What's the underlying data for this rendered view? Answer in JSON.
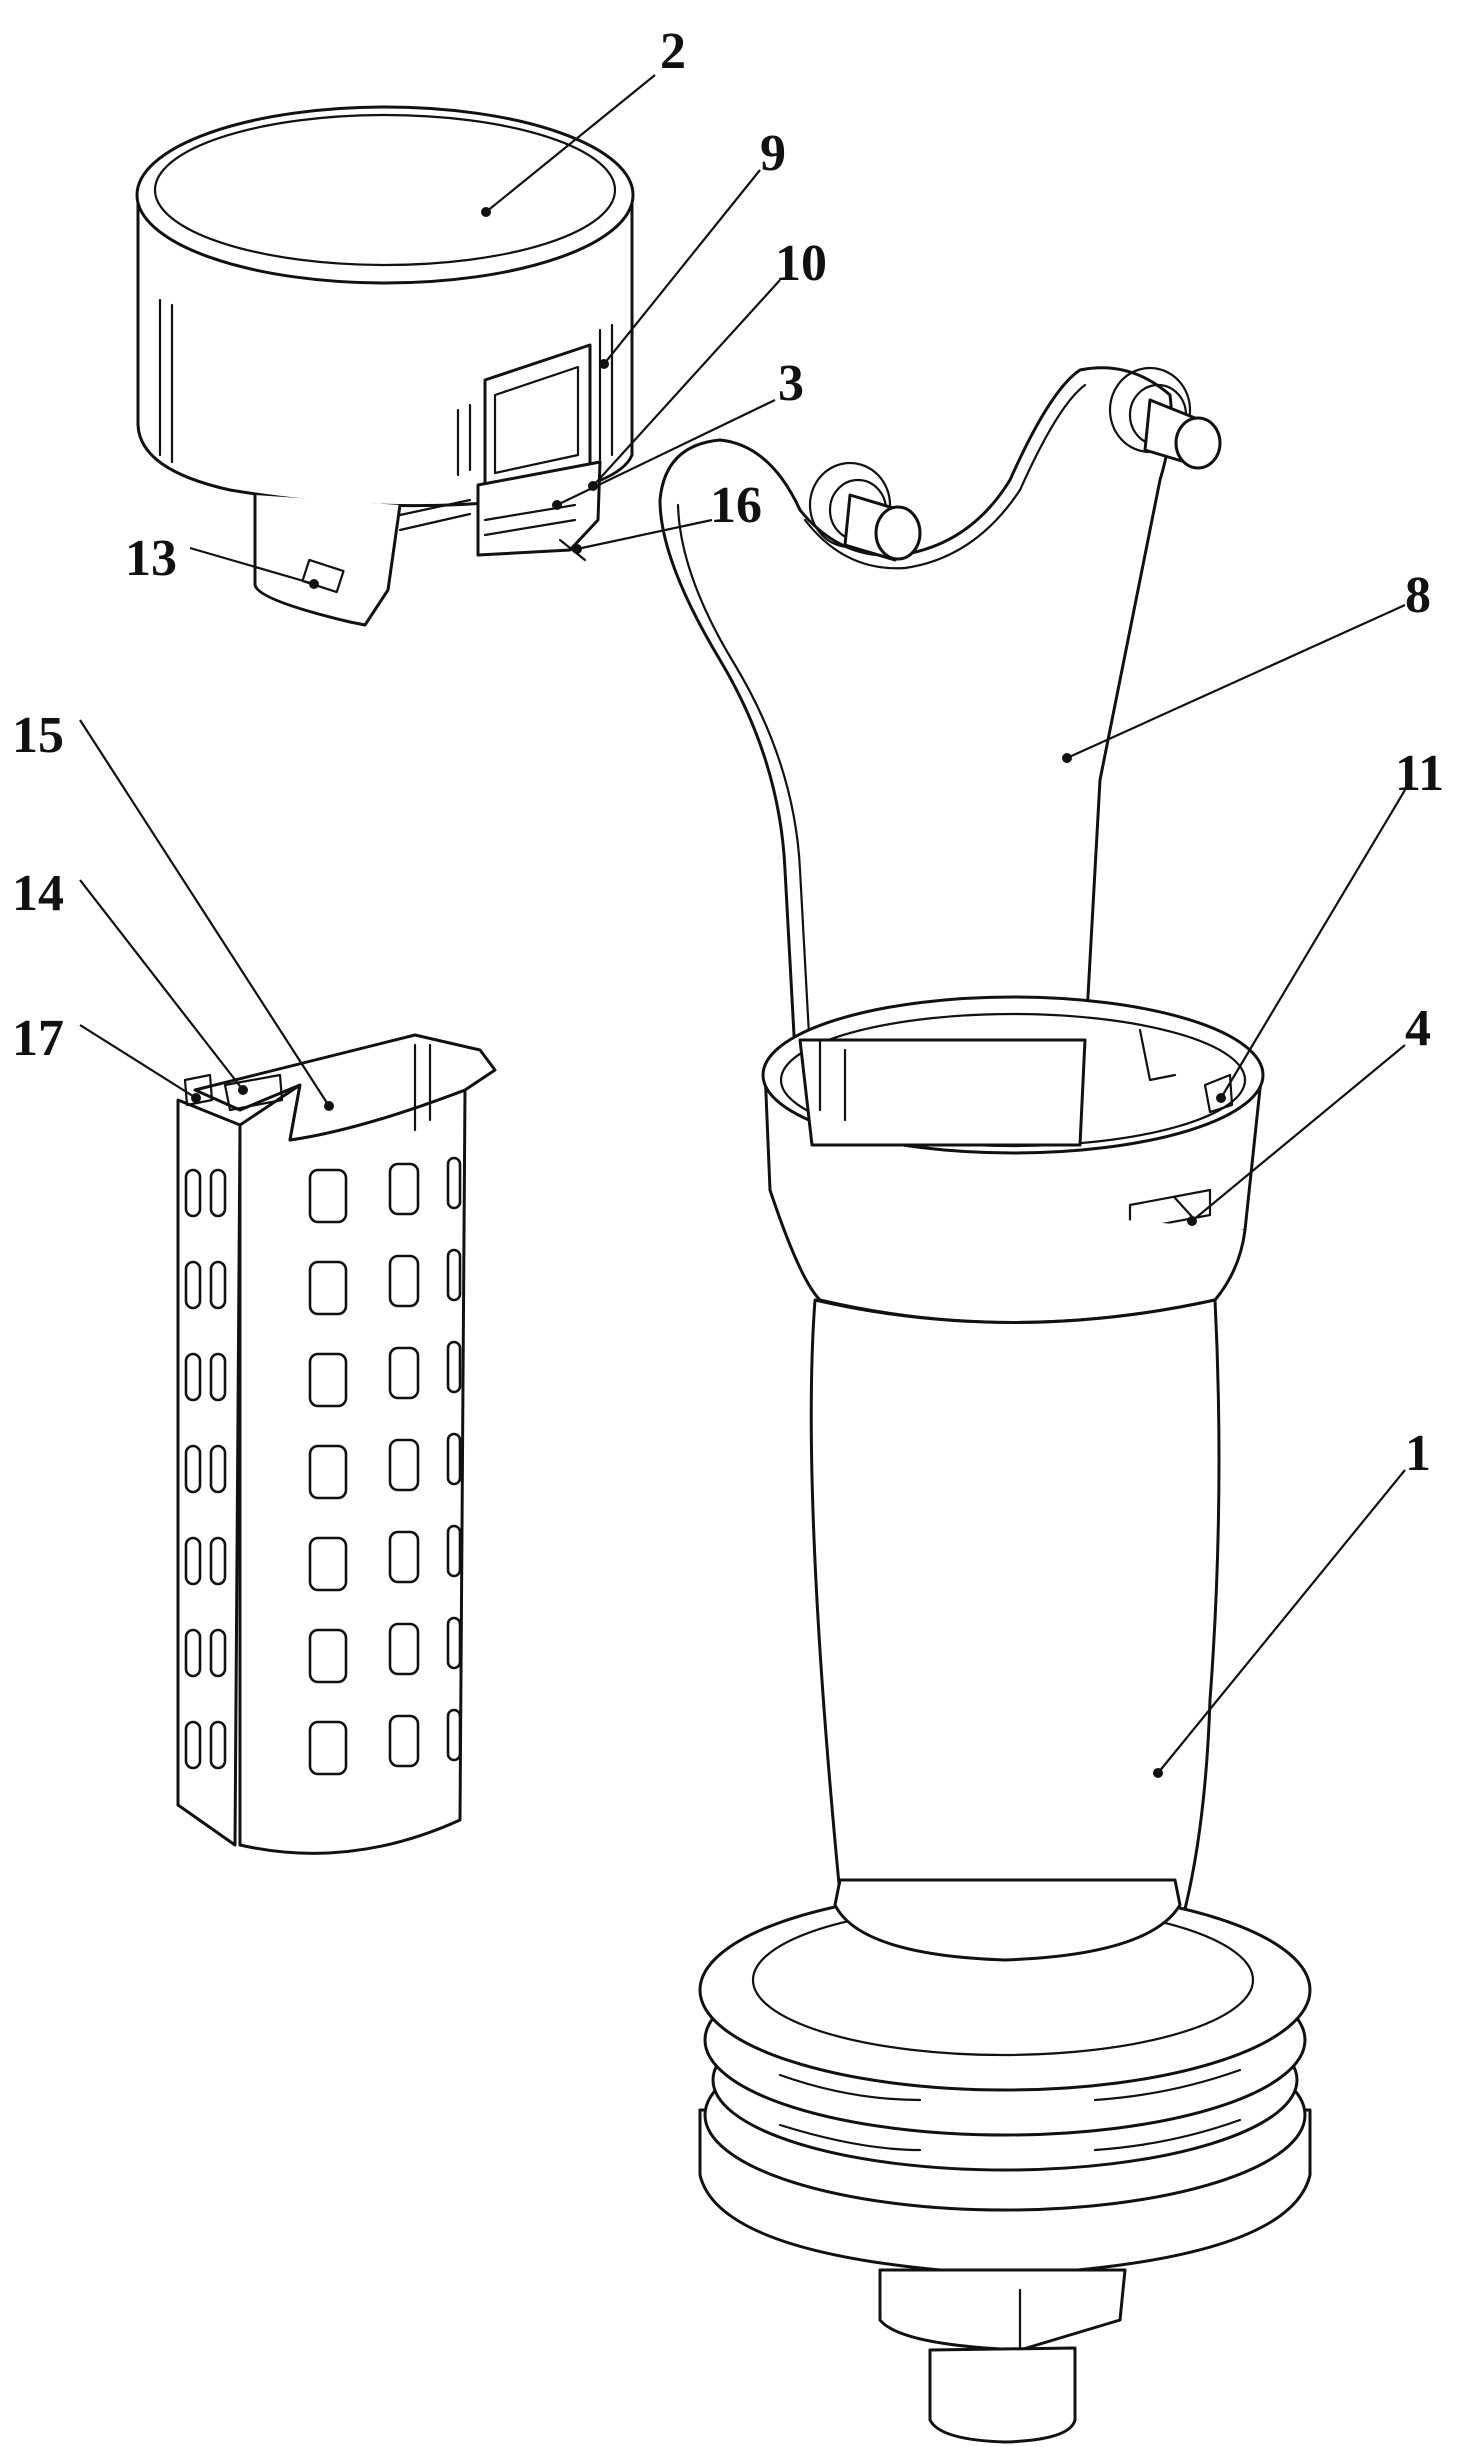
{
  "figure": {
    "type": "exploded perspective patent drawing",
    "background_color": "#ffffff",
    "line_color": "#111111"
  },
  "components": [
    {
      "id": "cap",
      "label": "2",
      "description": "cylindrical top cap"
    },
    {
      "id": "cap-slot",
      "label": "9",
      "description": "slot on cap skirt"
    },
    {
      "id": "cap-clip",
      "label": "10",
      "description": "clip tab on cap"
    },
    {
      "id": "latch",
      "label": "3",
      "description": "latch element"
    },
    {
      "id": "latch-tip",
      "label": "16",
      "description": "latch tip"
    },
    {
      "id": "cap-lug",
      "label": "13",
      "description": "lug on cap lower block"
    },
    {
      "id": "perforated-cage",
      "label": "15",
      "description": "perforated half-cylinder cage"
    },
    {
      "id": "cage-hook",
      "label": "14",
      "description": "hook on cage rim"
    },
    {
      "id": "cage-edge",
      "label": "17",
      "description": "cage side flange"
    },
    {
      "id": "fork-bracket",
      "label": "8",
      "description": "fork-shaped bracket with two pins"
    },
    {
      "id": "collar-catch",
      "label": "11",
      "description": "catch inside collar"
    },
    {
      "id": "collar-window",
      "label": "4",
      "description": "window on collar"
    },
    {
      "id": "main-body",
      "label": "1",
      "description": "main body with threaded base"
    }
  ],
  "labels": {
    "l1": "1",
    "l2": "2",
    "l3": "3",
    "l4": "4",
    "l8": "8",
    "l9": "9",
    "l10": "10",
    "l11": "11",
    "l13": "13",
    "l14": "14",
    "l15": "15",
    "l16": "16",
    "l17": "17"
  },
  "cage_holes": {
    "rows": 7,
    "columns_visible": 5
  }
}
